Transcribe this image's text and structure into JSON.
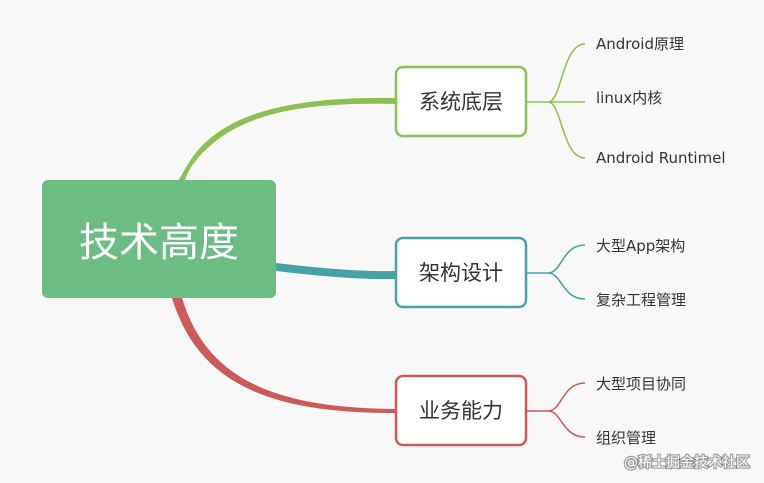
{
  "root": {
    "label": "技术高度",
    "color": "#6bbd84"
  },
  "branches": [
    {
      "label": "系统底层",
      "color": "#8cc152",
      "children": [
        "Android原理",
        "linux内核",
        "Android Runtimel"
      ]
    },
    {
      "label": "架构设计",
      "color": "#47a2a4",
      "children": [
        "大型App架构",
        "复杂工程管理"
      ]
    },
    {
      "label": "业务能力",
      "color": "#cc5b58",
      "children": [
        "大型项目协同",
        "组织管理"
      ]
    }
  ],
  "watermark": "@稀土掘金技术社区"
}
